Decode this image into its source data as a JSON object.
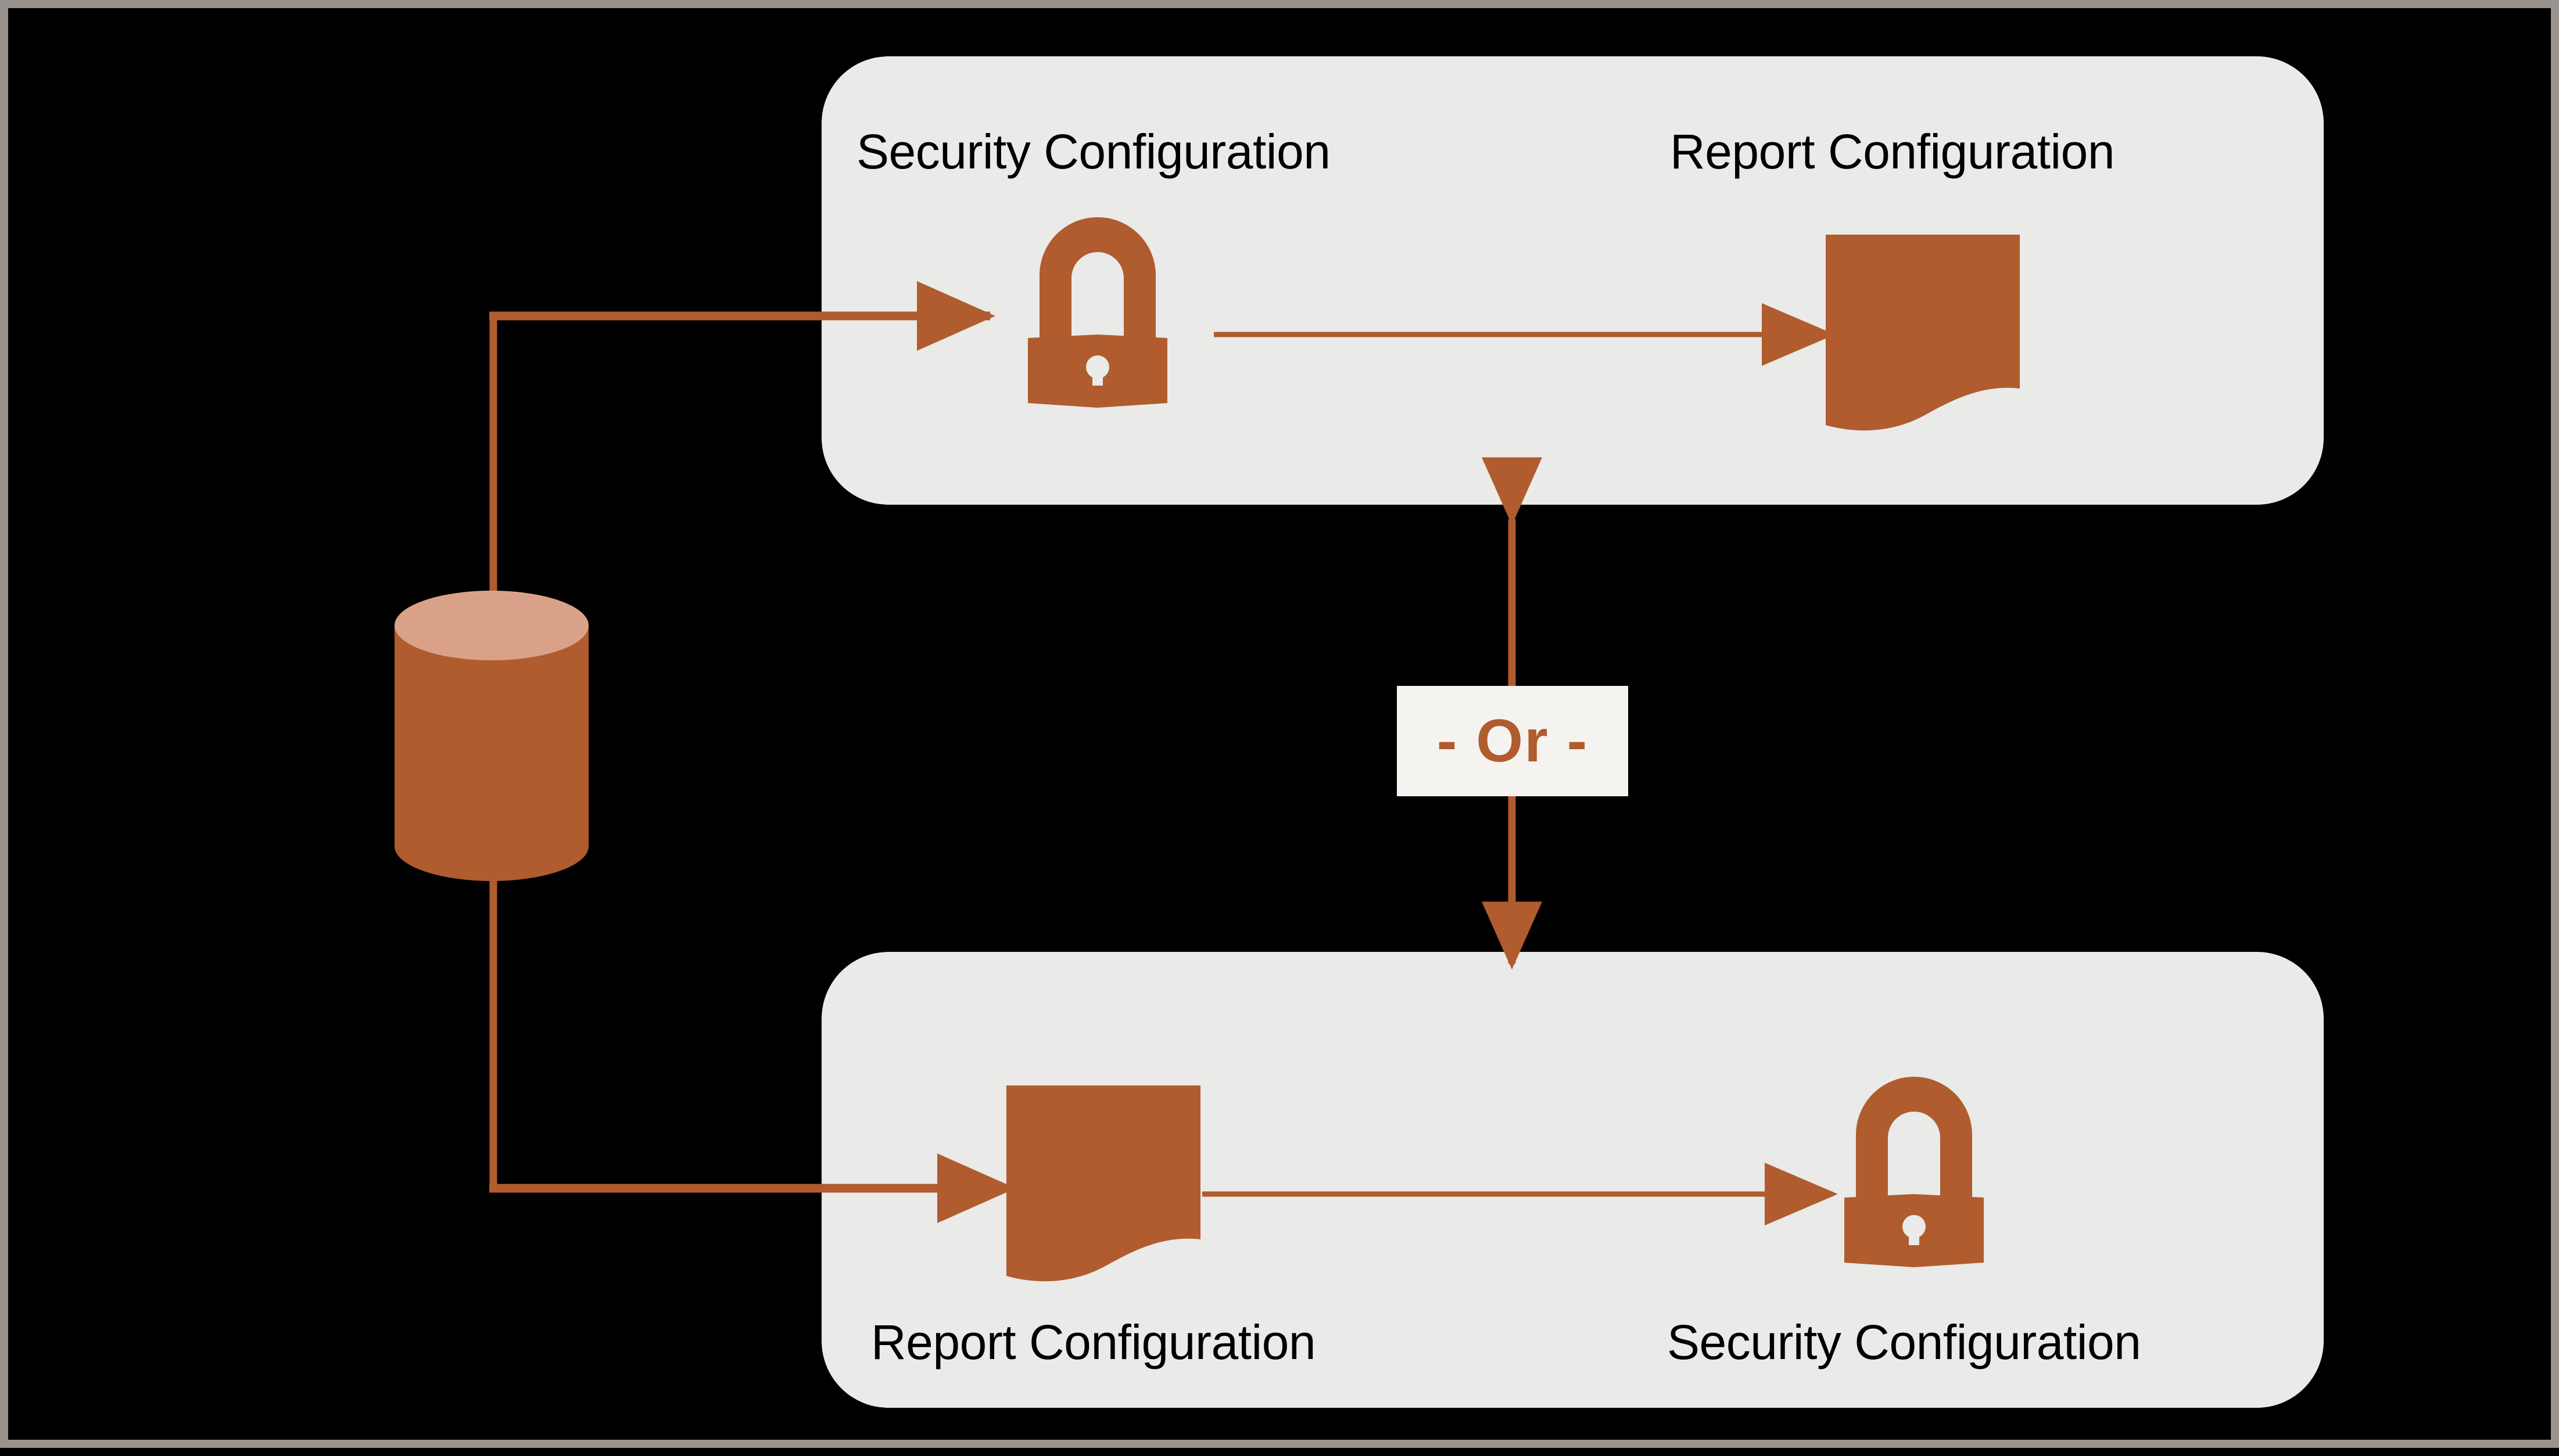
{
  "frame": {
    "background_color": "#000000",
    "border_color": "#9A928E"
  },
  "theme": {
    "accent_color": "#B05C2E",
    "panel_background": "#EAEAE8",
    "badge_background": "#F5F3F0",
    "cylinder_body_color": "#B05C2E",
    "cylinder_top_color": "#D9A288",
    "label_color": "#000000",
    "connector_color": "#B05C2E"
  },
  "source": {
    "icon": "database-cylinder-icon",
    "label": ""
  },
  "branch_badge": {
    "label": "- Or -",
    "name": "or-badge"
  },
  "panels": [
    {
      "id": "top",
      "name": "security-first-flow-panel",
      "steps": [
        {
          "label": "Security Configuration",
          "icon": "lock-icon"
        },
        {
          "label": "Report Configuration",
          "icon": "document-report-icon"
        }
      ]
    },
    {
      "id": "bottom",
      "name": "report-first-flow-panel",
      "steps": [
        {
          "label": "Report Configuration",
          "icon": "document-report-icon"
        },
        {
          "label": "Security Configuration",
          "icon": "lock-icon"
        }
      ]
    }
  ],
  "connectors": [
    {
      "name": "source-to-top-flow-arrow",
      "from": "database-cylinder-icon",
      "to": "top-lock-icon",
      "direction": "right"
    },
    {
      "name": "source-to-bottom-flow-arrow",
      "from": "database-cylinder-icon",
      "to": "bottom-document-icon",
      "direction": "right"
    },
    {
      "name": "top-lock-to-document-arrow",
      "from": "top-lock-icon",
      "to": "top-document-icon",
      "direction": "right"
    },
    {
      "name": "bottom-document-to-lock-arrow",
      "from": "bottom-document-icon",
      "to": "bottom-lock-icon",
      "direction": "right"
    },
    {
      "name": "or-branch-double-arrow",
      "from": "top-panel",
      "to": "bottom-panel",
      "direction": "both"
    }
  ]
}
